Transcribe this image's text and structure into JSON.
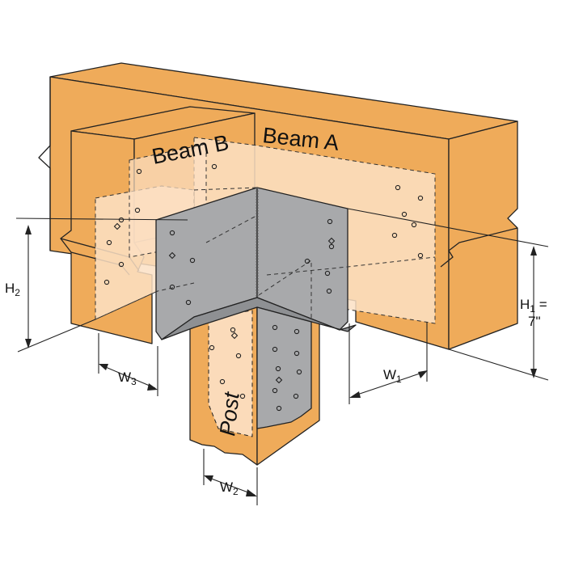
{
  "labels": {
    "beam_a": "Beam A",
    "beam_b": "Beam B",
    "post": "Post"
  },
  "dimensions": {
    "h1": {
      "base": "H",
      "sub": "1",
      "suffix": " ="
    },
    "h1_value": "7\"",
    "h2": {
      "base": "H",
      "sub": "2"
    },
    "w1": {
      "base": "W",
      "sub": "1"
    },
    "w2": {
      "base": "W",
      "sub": "2"
    },
    "w3": {
      "base": "W",
      "sub": "3"
    }
  },
  "colors": {
    "wood": "#efab5a",
    "wood_light": "#fce0c4",
    "metal": "#a8a9ab",
    "metal_dark": "#8e9093",
    "line": "#222222"
  },
  "icons": {
    "fastener_round": "nail-hole-icon",
    "fastener_diamond": "bolt-hole-icon"
  }
}
